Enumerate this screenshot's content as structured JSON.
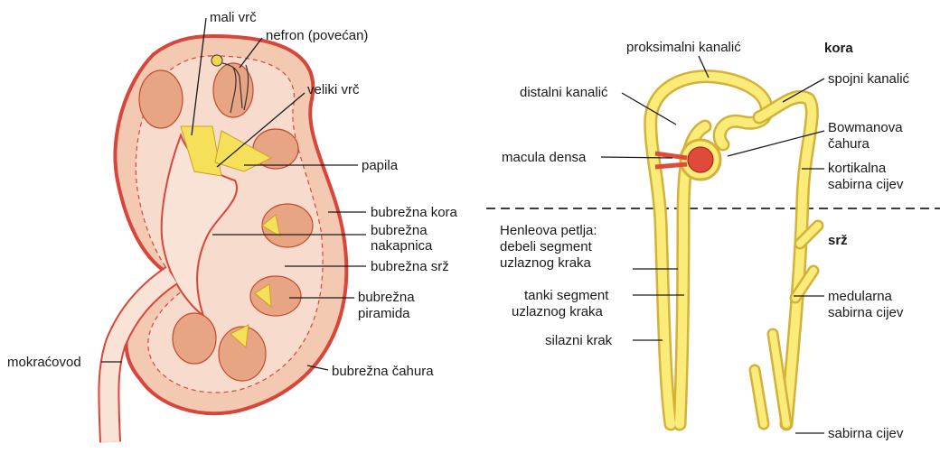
{
  "left_labels": {
    "mali_vrc": "mali vrč",
    "nefron": "nefron (povećan)",
    "veliki_vrc": "veliki vrč",
    "papila": "papila",
    "kora": "bubrežna kora",
    "nakapnica_1": "bubrežna",
    "nakapnica_2": "nakapnica",
    "srz": "bubrežna srž",
    "piramida_1": "bubrežna",
    "piramida_2": "piramida",
    "mokracovod": "mokraćovod",
    "cahura": "bubrežna čahura"
  },
  "right_labels": {
    "proksimalni": "proksimalni kanalić",
    "kora_title": "kora",
    "distalni": "distalni kanalić",
    "spojni": "spojni kanalić",
    "bowman_1": "Bowmanova",
    "bowman_2": "čahura",
    "macula": "macula densa",
    "kortikalna_1": "kortikalna",
    "kortikalna_2": "sabirna cijev",
    "henle_1": "Henleova petlja:",
    "henle_2": "debeli segment",
    "henle_3": "uzlaznog kraka",
    "srz_title": "srž",
    "tanki_1": "tanki segment",
    "tanki_2": "uzlaznog kraka",
    "medularna_1": "medularna",
    "medularna_2": "sabirna cijev",
    "silazni": "silazni krak",
    "sabirna": "sabirna cijev"
  },
  "colors": {
    "capsule": "#d8463b",
    "pyramid": "#e8a583",
    "tubule": "#fbec7a"
  }
}
